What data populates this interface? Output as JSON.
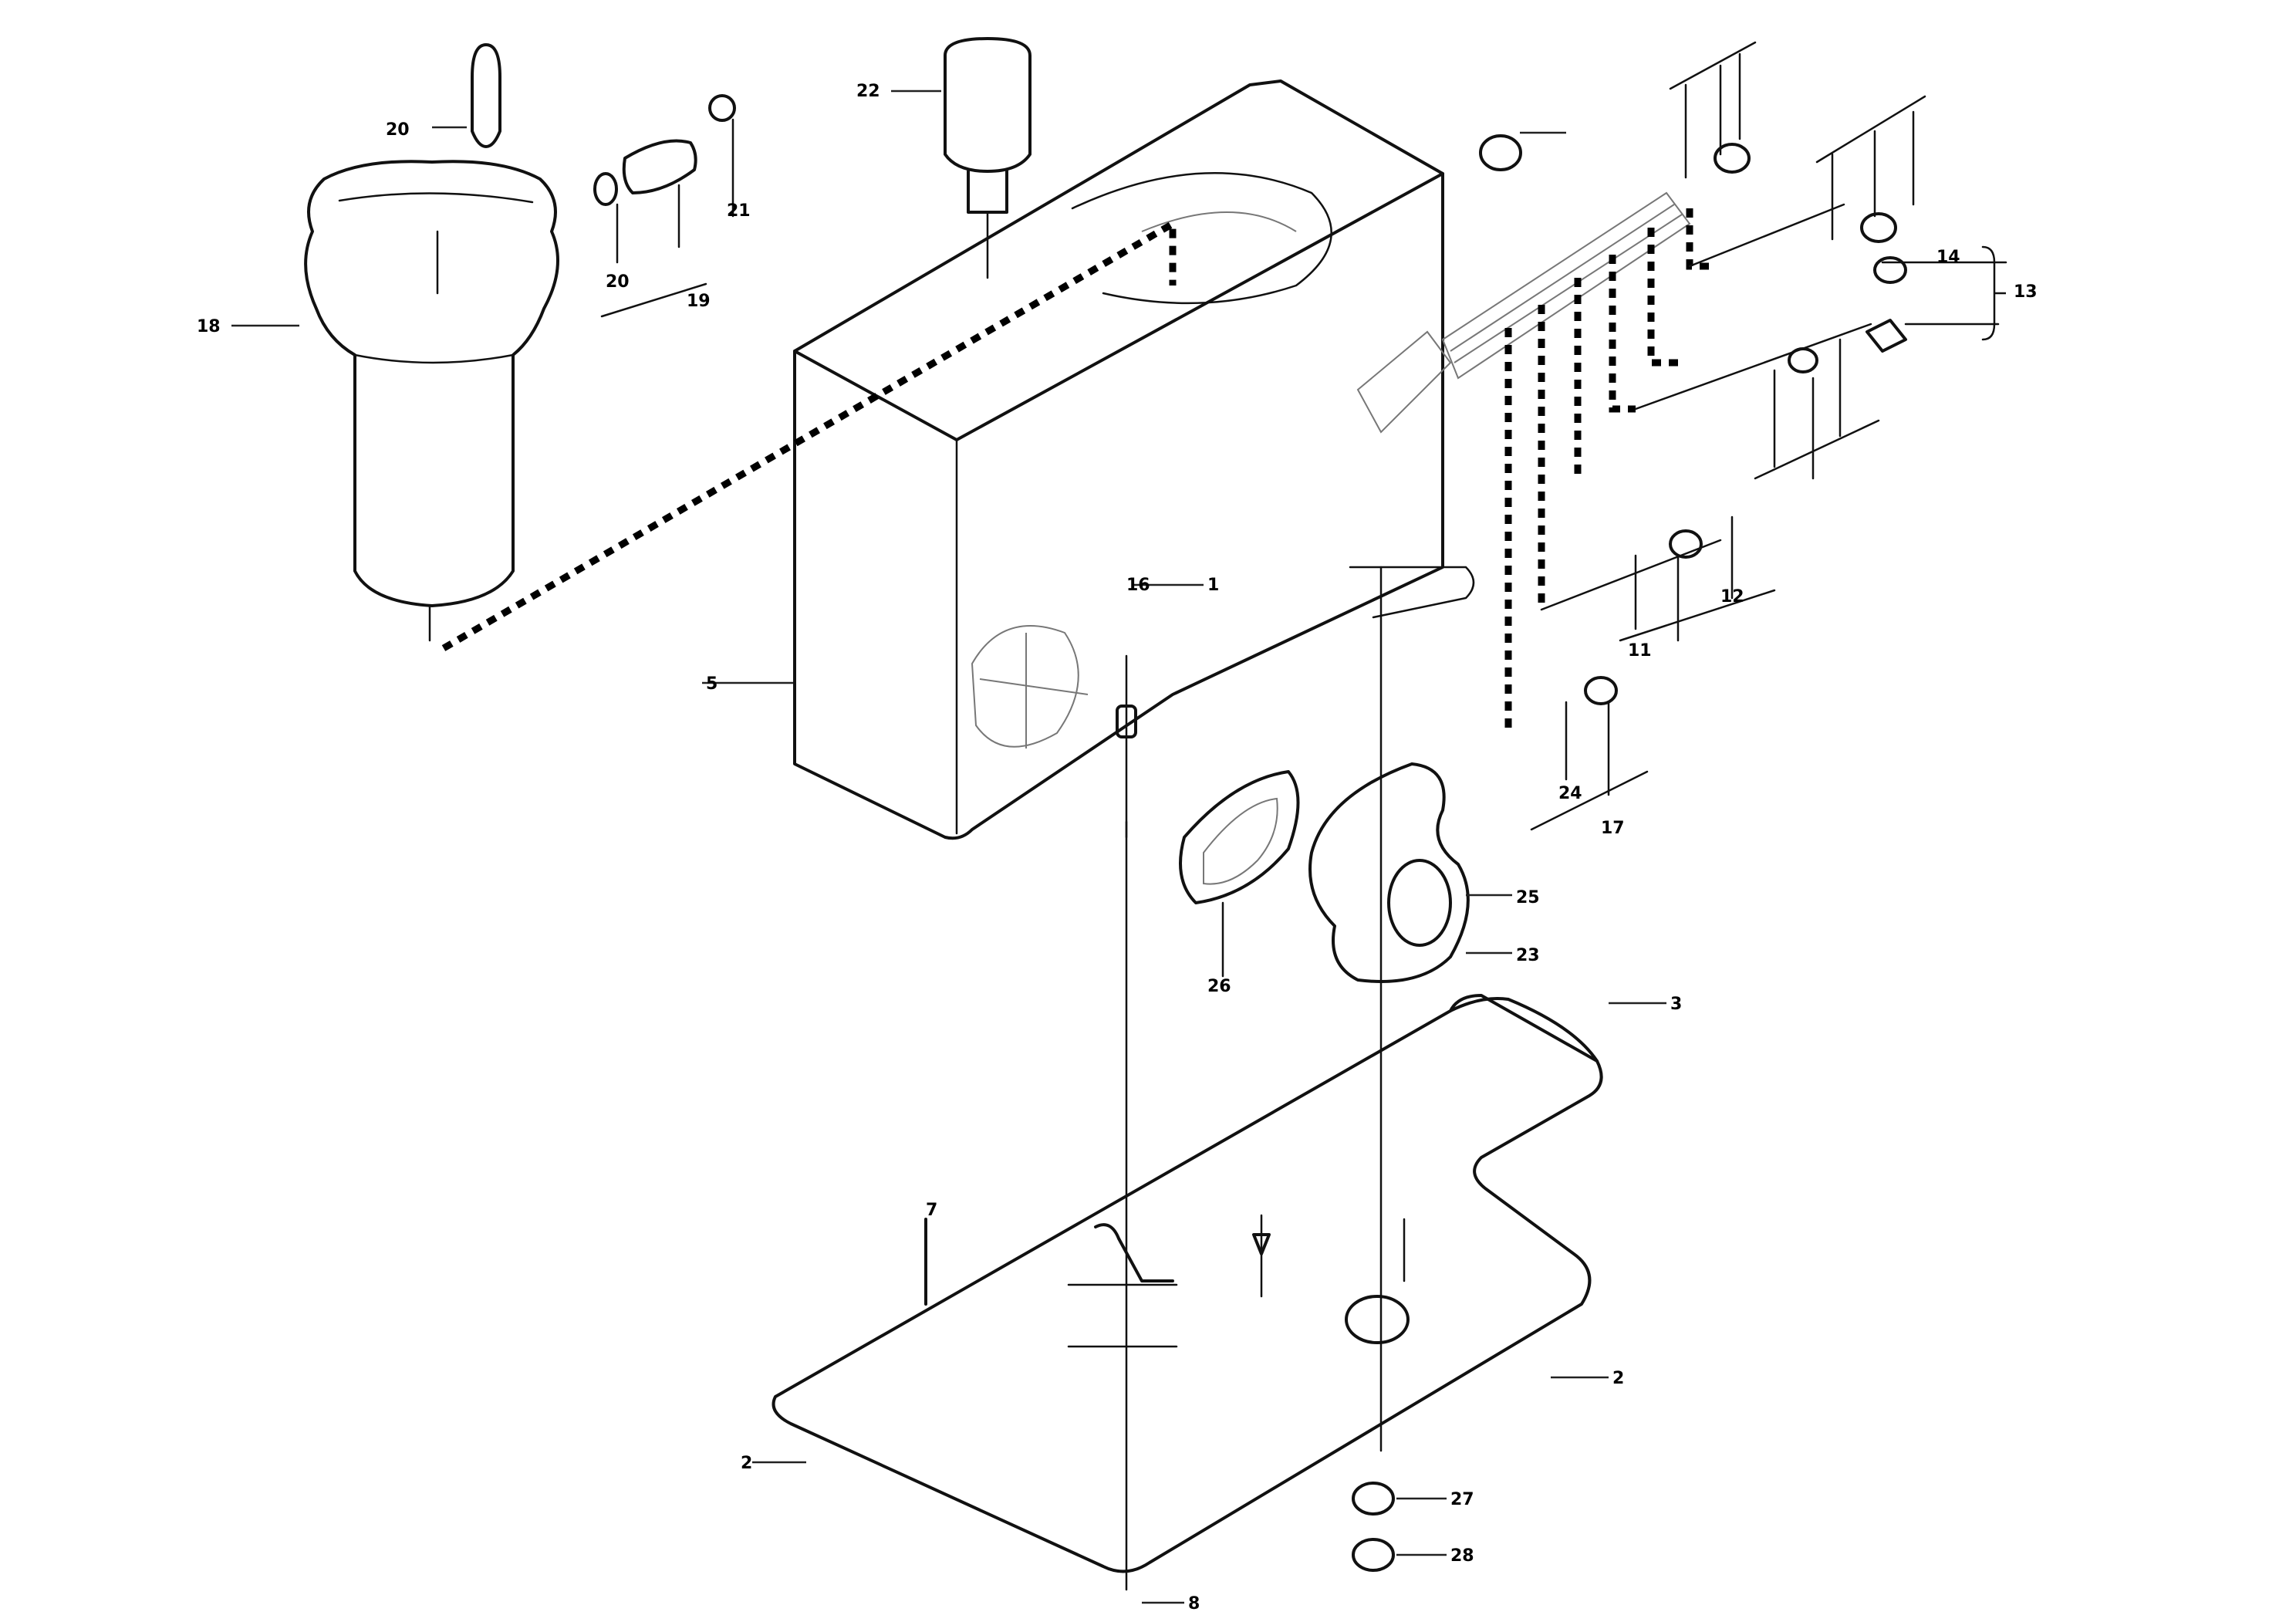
{
  "drawing": {
    "reference_code": "",
    "drawing_number": ""
  },
  "callouts": [
    {
      "id": "c-20",
      "label": "20"
    },
    {
      "id": "c-18",
      "label": "18"
    },
    {
      "id": "c-22",
      "label": "22"
    },
    {
      "id": "c-21a",
      "label": "21"
    },
    {
      "id": "c-19",
      "label": "19"
    },
    {
      "id": "c-20b",
      "label": "20"
    },
    {
      "id": "c-5",
      "label": "5"
    },
    {
      "id": "c-16",
      "label": "16"
    },
    {
      "id": "c-1",
      "label": "1"
    },
    {
      "id": "c-25",
      "label": "25"
    },
    {
      "id": "c-23",
      "label": "23"
    },
    {
      "id": "c-26",
      "label": "26"
    },
    {
      "id": "c-3",
      "label": "3"
    },
    {
      "id": "c-2",
      "label": "2"
    },
    {
      "id": "c-2b",
      "label": "2"
    },
    {
      "id": "c-7",
      "label": "7"
    },
    {
      "id": "c-27",
      "label": "27"
    },
    {
      "id": "c-28",
      "label": "28"
    },
    {
      "id": "c-8",
      "label": "8"
    },
    {
      "id": "c-14",
      "label": "14"
    },
    {
      "id": "c-13",
      "label": "13"
    },
    {
      "id": "c-12",
      "label": "12"
    },
    {
      "id": "c-11",
      "label": "11"
    },
    {
      "id": "c-24",
      "label": "24"
    },
    {
      "id": "c-17",
      "label": "17"
    }
  ]
}
